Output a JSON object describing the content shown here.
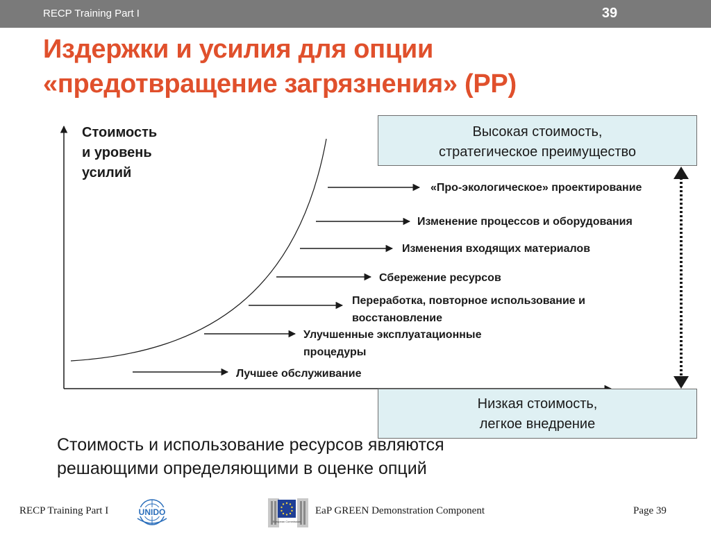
{
  "header": {
    "course": "RECP Training Part I",
    "slide_number": "39"
  },
  "title": {
    "line1": "Издержки и усилия для опции",
    "line2": "«предотвращение загрязнения» (PP)"
  },
  "axis": {
    "y_label": [
      "Стоимость",
      "и уровень",
      "усилий"
    ]
  },
  "box_high": {
    "line1": "Высокая стоимость,",
    "line2": "стратегическое преимущество"
  },
  "box_low": {
    "line1": "Низкая стоимость,",
    "line2": "легкое внедрение"
  },
  "options": [
    {
      "id": "eco-design",
      "lines": [
        "«Про-экологическое» проектирование"
      ]
    },
    {
      "id": "process-change",
      "lines": [
        "Изменение процессов и оборудования"
      ]
    },
    {
      "id": "input-change",
      "lines": [
        "Изменения входящих материалов"
      ]
    },
    {
      "id": "resource-saving",
      "lines": [
        "Сбережение ресурсов"
      ]
    },
    {
      "id": "recycling",
      "lines": [
        "Переработка, повторное использование и",
        "восстановление"
      ]
    },
    {
      "id": "operating-procedures",
      "lines": [
        "Улучшенные эксплуатационные",
        "процедуры"
      ]
    },
    {
      "id": "good-housekeeping",
      "lines": [
        "Лучшее обслуживание"
      ]
    }
  ],
  "summary": {
    "line1": "Стоимость и использование ресурсов являются",
    "line2": "решающими определяющими в оценке опций"
  },
  "footer": {
    "left": "RECP Training Part I",
    "middle": "EaP GREEN Demonstration Component",
    "right": "Page 39"
  },
  "logos": {
    "unido": "UNIDO",
    "eu": "European Commission"
  },
  "colors": {
    "title": "#e0502c",
    "topbar": "#7a7a7a",
    "box_fill": "#dff0f3",
    "line": "#1a1a1a"
  }
}
